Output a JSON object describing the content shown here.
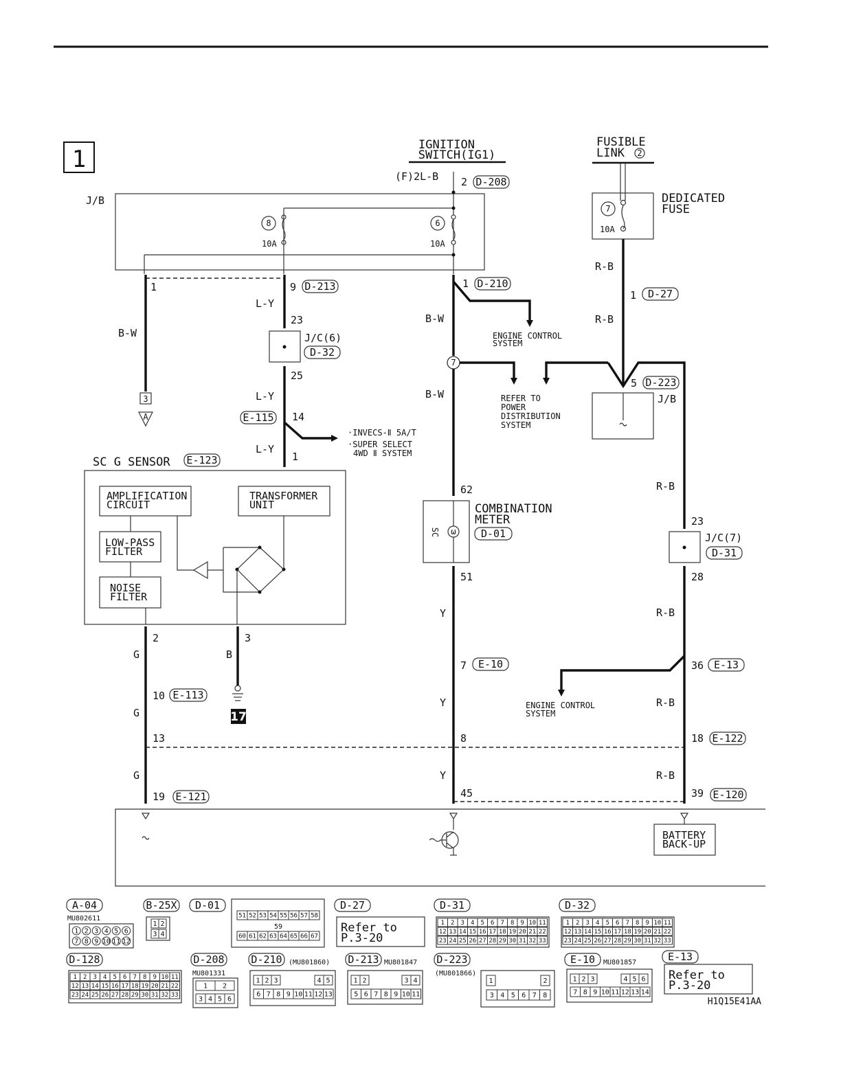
{
  "page": {
    "section_number": "1",
    "figure_code": "H1Q15E41AA"
  },
  "sources": {
    "ignition_switch": [
      "IGNITION",
      "SWITCH(IG1)"
    ],
    "ignition_wire": "(F)2L-B",
    "fusible_link": [
      "FUSIBLE",
      "LINK"
    ],
    "fusible_link_no": "2",
    "dedicated_fuse": [
      "DEDICATED",
      "FUSE"
    ],
    "dedicated_fuse_no": "7",
    "dedicated_fuse_amp": "10A"
  },
  "jb": {
    "label": "J/B",
    "fuse_left_no": "8",
    "fuse_left_amp": "10A",
    "fuse_right_no": "6",
    "fuse_right_amp": "10A",
    "lower_label": "J/B"
  },
  "connectors": {
    "d208": "D-208",
    "d213": "D-213",
    "d210": "D-210",
    "d27": "D-27",
    "d32": "D-32",
    "e115": "E-115",
    "e123": "E-123",
    "d223": "D-223",
    "d01": "D-01",
    "d31": "D-31",
    "e10": "E-10",
    "e13": "E-13",
    "e113": "E-113",
    "e122": "E-122",
    "e121": "E-121",
    "e120": "E-120"
  },
  "pins": {
    "p2": "2",
    "p1a": "1",
    "p9": "9",
    "p1b": "1",
    "p1c": "1",
    "p23a": "23",
    "p25": "25",
    "p14": "14",
    "p1d": "1",
    "p5": "5",
    "p62": "62",
    "p51": "51",
    "p23b": "23",
    "p28": "28",
    "p2b": "2",
    "p3": "3",
    "p7": "7",
    "p36": "36",
    "p10": "10",
    "p13": "13",
    "p8": "8",
    "p18": "18",
    "p19": "19",
    "p45": "45",
    "p39": "39"
  },
  "wires": {
    "bw1": "B-W",
    "bw2": "B-W",
    "bw3": "B-W",
    "ly1": "L-Y",
    "ly2": "L-Y",
    "ly3": "L-Y",
    "rb1": "R-B",
    "rb2": "R-B",
    "rb3": "R-B",
    "rb4": "R-B",
    "rb5": "R-B",
    "rb6": "R-B",
    "y1": "Y",
    "y2": "Y",
    "y3": "Y",
    "g1": "G",
    "g2": "G",
    "g3": "G",
    "b": "B"
  },
  "labels": {
    "engine_control_1": [
      "ENGINE CONTROL",
      "SYSTEM"
    ],
    "engine_control_2": [
      "ENGINE CONTROL",
      "SYSTEM"
    ],
    "refer_power": [
      "REFER TO",
      "POWER",
      "DISTRIBUTION",
      "SYSTEM"
    ],
    "jc6": "J/C(6)",
    "jc7": "J/C(7)",
    "invecs": [
      "·INVECS-Ⅱ 5A/T",
      "·SUPER SELECT",
      "4WD Ⅱ SYSTEM"
    ],
    "sc_g_sensor": "SC G SENSOR",
    "amplification": [
      "AMPLIFICATION",
      "CIRCUIT"
    ],
    "transformer": [
      "TRANSFORMER",
      "UNIT"
    ],
    "low_pass": [
      "LOW-PASS",
      "FILTER"
    ],
    "noise": [
      "NOISE",
      "FILTER"
    ],
    "combination_meter": [
      "COMBINATION",
      "METER"
    ],
    "sc": "SC",
    "battery_backup": [
      "BATTERY",
      "BACK-UP"
    ],
    "splice_no": "7",
    "ground_no": "17",
    "offpage_no": "3",
    "offpage_letter": "A"
  },
  "legend": {
    "a04": "A-04",
    "a04_part": "MU802611",
    "a04_pins": [
      "1",
      "2",
      "3",
      "4",
      "5",
      "6",
      "7",
      "8",
      "9",
      "10",
      "11",
      "12"
    ],
    "b25x": "B-25X",
    "b25x_pins": [
      "1",
      "2",
      "3",
      "4"
    ],
    "d01": "D-01",
    "d01_row1": [
      "51",
      "52",
      "53",
      "54",
      "55",
      "56",
      "57",
      "58"
    ],
    "d01_mid": "59",
    "d01_row2": [
      "60",
      "61",
      "62",
      "63",
      "64",
      "65",
      "66",
      "67"
    ],
    "d27": "D-27",
    "refer_to": "Refer to",
    "page_ref": "P.3-20",
    "d31": "D-31",
    "d32": "D-32",
    "grid33": [
      "1",
      "2",
      "3",
      "4",
      "5",
      "6",
      "7",
      "8",
      "9",
      "10",
      "11",
      "12",
      "13",
      "14",
      "15",
      "16",
      "17",
      "18",
      "19",
      "20",
      "21",
      "22",
      "23",
      "24",
      "25",
      "26",
      "27",
      "28",
      "29",
      "30",
      "31",
      "32",
      "33"
    ],
    "d128": "D-128",
    "d208": "D-208",
    "d208_part": "MU801331",
    "d208_pins": [
      "1",
      "2",
      "3",
      "4",
      "5",
      "6"
    ],
    "d210": "D-210",
    "d210_part": "(MU801860)",
    "d210_row1": [
      "1",
      "2",
      "3",
      "4",
      "5"
    ],
    "d210_row2": [
      "6",
      "7",
      "8",
      "9",
      "10",
      "11",
      "12",
      "13"
    ],
    "d213": "D-213",
    "d213_part": "MU801847",
    "d213_row1": [
      "1",
      "2",
      "3",
      "4"
    ],
    "d213_row2": [
      "5",
      "6",
      "7",
      "8",
      "9",
      "10",
      "11"
    ],
    "d223": "D-223",
    "d223_part": "(MU801866)",
    "d223_row1": [
      "1",
      "2"
    ],
    "d223_row2": [
      "3",
      "4",
      "5",
      "6",
      "7",
      "8"
    ],
    "e10": "E-10",
    "e10_part": "MU801857",
    "e10_row1": [
      "1",
      "2",
      "3",
      "4",
      "5",
      "6"
    ],
    "e10_row2": [
      "7",
      "8",
      "9",
      "10",
      "11",
      "12",
      "13",
      "14"
    ],
    "e13": "E-13",
    "e13_refer": "Refer to",
    "e13_page": "P.3-20"
  }
}
